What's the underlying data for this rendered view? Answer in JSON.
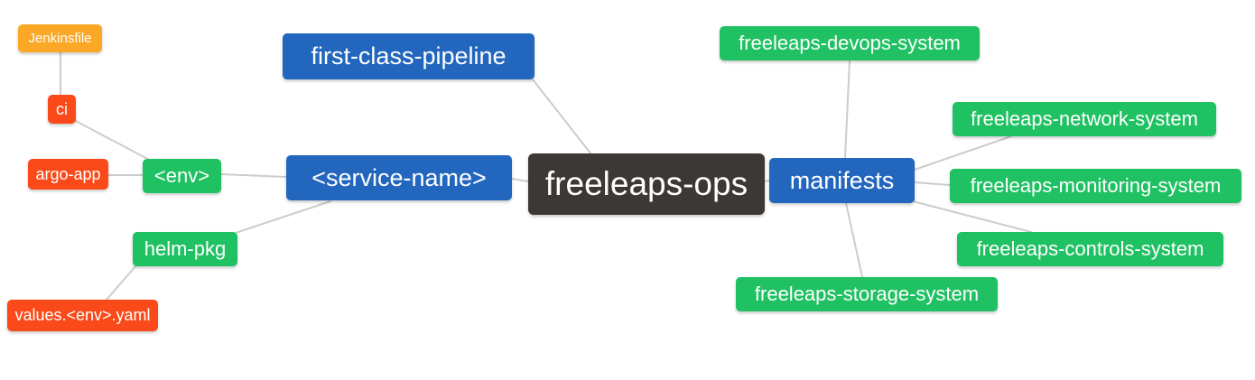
{
  "diagram": {
    "type": "mindmap",
    "root_label": "freeleaps-ops"
  },
  "colors": {
    "background": "#ffffff",
    "text": "#ffffff",
    "edge": "#cccccc",
    "root_bg": "#3b3835",
    "level1_bg": "#2266bd",
    "level2_bg": "#20c163",
    "level3_bg": "#fa4a1a",
    "level4_bg": "#fba826"
  },
  "nodes": {
    "freeleaps_ops": {
      "label": "freeleaps-ops",
      "level": 0,
      "color": "#3b3835"
    },
    "first_class_pipeline": {
      "label": "first-class-pipeline",
      "level": 1,
      "color": "#2266bd"
    },
    "service_name": {
      "label": "<service-name>",
      "level": 1,
      "color": "#2266bd"
    },
    "manifests": {
      "label": "manifests",
      "level": 1,
      "color": "#2266bd"
    },
    "env": {
      "label": "<env>",
      "level": 2,
      "color": "#20c163"
    },
    "helm_pkg": {
      "label": "helm-pkg",
      "level": 2,
      "color": "#20c163"
    },
    "ci": {
      "label": "ci",
      "level": 3,
      "color": "#fa4a1a"
    },
    "argo_app": {
      "label": "argo-app",
      "level": 3,
      "color": "#fa4a1a"
    },
    "values_env_yaml": {
      "label": "values.<env>.yaml",
      "level": 3,
      "color": "#fa4a1a"
    },
    "jenkinsfile": {
      "label": "Jenkinsfile",
      "level": 4,
      "color": "#fba826"
    },
    "devops_system": {
      "label": "freeleaps-devops-system",
      "level": 2,
      "color": "#20c163"
    },
    "network_system": {
      "label": "freeleaps-network-system",
      "level": 2,
      "color": "#20c163"
    },
    "monitoring_system": {
      "label": "freeleaps-monitoring-system",
      "level": 2,
      "color": "#20c163"
    },
    "controls_system": {
      "label": "freeleaps-controls-system",
      "level": 2,
      "color": "#20c163"
    },
    "storage_system": {
      "label": "freeleaps-storage-system",
      "level": 2,
      "color": "#20c163"
    }
  },
  "hierarchy": {
    "label": "freeleaps-ops",
    "children": [
      {
        "label": "first-class-pipeline",
        "children": []
      },
      {
        "label": "<service-name>",
        "children": [
          {
            "label": "<env>",
            "children": [
              {
                "label": "ci",
                "children": [
                  {
                    "label": "Jenkinsfile",
                    "children": []
                  }
                ]
              },
              {
                "label": "argo-app",
                "children": []
              }
            ]
          },
          {
            "label": "helm-pkg",
            "children": [
              {
                "label": "values.<env>.yaml",
                "children": []
              }
            ]
          }
        ]
      },
      {
        "label": "manifests",
        "children": [
          {
            "label": "freeleaps-devops-system",
            "children": []
          },
          {
            "label": "freeleaps-network-system",
            "children": []
          },
          {
            "label": "freeleaps-monitoring-system",
            "children": []
          },
          {
            "label": "freeleaps-controls-system",
            "children": []
          },
          {
            "label": "freeleaps-storage-system",
            "children": []
          }
        ]
      }
    ]
  },
  "edges": [
    [
      "jenkinsfile",
      "ci"
    ],
    [
      "ci",
      "env"
    ],
    [
      "argo_app",
      "env"
    ],
    [
      "env",
      "service_name"
    ],
    [
      "helm_pkg",
      "service_name"
    ],
    [
      "values_env_yaml",
      "helm_pkg"
    ],
    [
      "first_class_pipeline",
      "freeleaps_ops"
    ],
    [
      "service_name",
      "freeleaps_ops"
    ],
    [
      "freeleaps_ops",
      "manifests"
    ],
    [
      "manifests",
      "devops_system"
    ],
    [
      "manifests",
      "network_system"
    ],
    [
      "manifests",
      "monitoring_system"
    ],
    [
      "manifests",
      "controls_system"
    ],
    [
      "manifests",
      "storage_system"
    ]
  ]
}
